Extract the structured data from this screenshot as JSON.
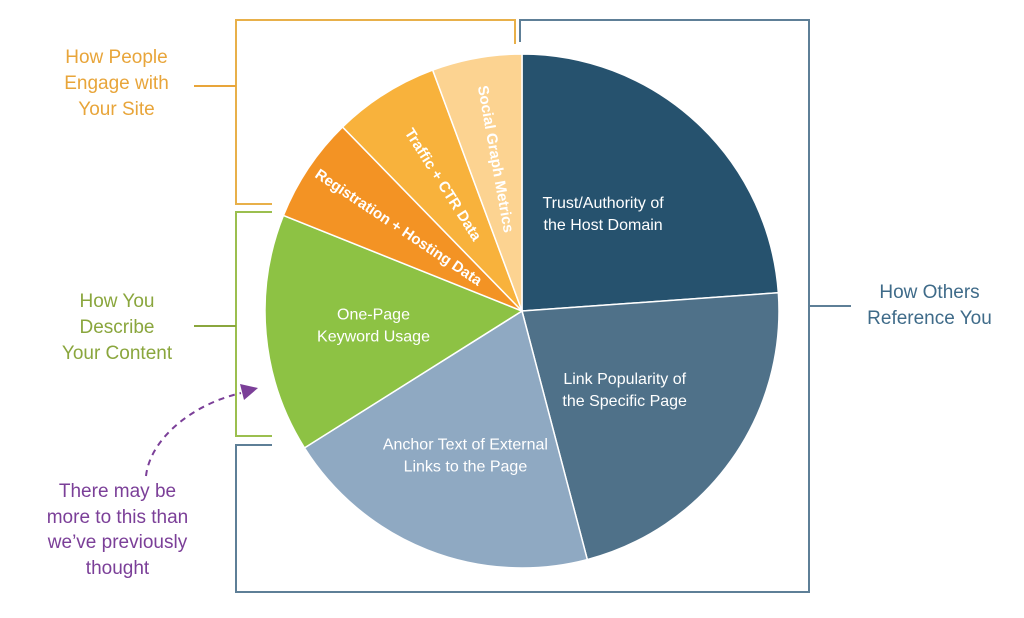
{
  "chart_data": {
    "type": "pie",
    "start": "12 o'clock, clockwise",
    "slices": [
      {
        "label": "Trust/Authority of the Host Domain",
        "lines": [
          "Trust/Authority of",
          "the Host Domain"
        ],
        "value": 23.87,
        "color": "#26526e",
        "text_color": "#ffffff",
        "orientation": "horizontal",
        "group": 2
      },
      {
        "label": "Link Popularity of the Specific Page",
        "lines": [
          "Link Popularity of",
          "the Specific Page"
        ],
        "value": 22.04,
        "color": "#4f7189",
        "text_color": "#ffffff",
        "orientation": "horizontal",
        "group": 2
      },
      {
        "label": "Anchor Text of External Links to the Page",
        "lines": [
          "Anchor Text of External",
          "Links to the Page"
        ],
        "value": 20.15,
        "color": "#8fa9c2",
        "text_color": "#ffffff",
        "orientation": "horizontal",
        "group": 2
      },
      {
        "label": "One-Page Keyword Usage",
        "lines": [
          "One-Page",
          "Keyword Usage"
        ],
        "value": 15.0,
        "color": "#8dc244",
        "text_color": "#ffffff",
        "orientation": "horizontal",
        "group": 1
      },
      {
        "label": "Registration + Hosting Data",
        "lines": [
          "Registration + Hosting Data"
        ],
        "value": 6.64,
        "color": "#f39324",
        "text_color": "#ffffff",
        "orientation": "radial",
        "group": 0
      },
      {
        "label": "Traffic + CTR Data",
        "lines": [
          "Traffic + CTR Data"
        ],
        "value": 6.65,
        "color": "#f8b23c",
        "text_color": "#ffffff",
        "orientation": "radial",
        "group": 0
      },
      {
        "label": "Social Graph Metrics",
        "lines": [
          "Social Graph Metrics"
        ],
        "value": 5.65,
        "color": "#fcd391",
        "text_color": "#ffffff",
        "orientation": "radial",
        "group": 0
      }
    ],
    "groups": [
      {
        "name": "How People Engage with Your Site",
        "lines": [
          "How People",
          "Engage with",
          "Your Site"
        ],
        "color": "#e8a53a",
        "bracket_color": "#e8b04a"
      },
      {
        "name": "How You Describe Your Content",
        "lines": [
          "How You",
          "Describe",
          "Your Content"
        ],
        "color": "#8aa63d",
        "bracket_color": "#9bbf4f"
      },
      {
        "name": "How Others Reference You",
        "lines": [
          "How Others",
          "Reference You"
        ],
        "color": "#3f6b89",
        "bracket_color": "#5e7f97"
      }
    ],
    "annotation": {
      "lines": [
        "There may be",
        "more to this than",
        "we’ve previously",
        "thought"
      ],
      "color": "#7b3f98"
    }
  }
}
